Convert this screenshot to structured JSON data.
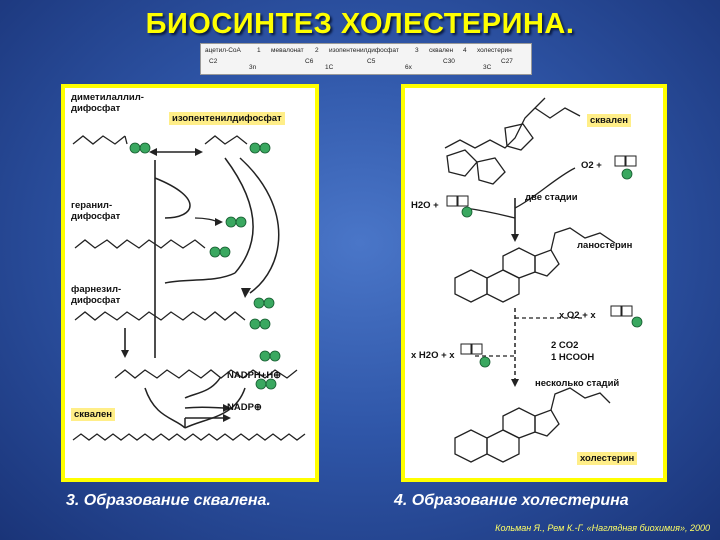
{
  "title": "БИОСИНТЕЗ ХОЛЕСТЕРИНА.",
  "scheme": {
    "steps": [
      "ацетил-CoA",
      "мевалонат",
      "изопентенилдифосфат",
      "сквален",
      "холестерин"
    ],
    "nums": [
      "1",
      "2",
      "3",
      "4"
    ],
    "carbons": [
      "C2",
      "C6",
      "C5",
      "C30",
      "C27"
    ],
    "below": [
      "3n",
      "1C",
      "6x",
      "3C"
    ]
  },
  "left_panel": {
    "dmapp": "диметилаллил-\nдифосфат",
    "ipp": "изопентенилдифосфат",
    "geranyl": "геранил-\nдифосфат",
    "farnesyl": "фарнезил-\nдифосфат",
    "nadph": "NADPH+H⊕",
    "nadp": "NADP⊕",
    "squalene": "сквален"
  },
  "right_panel": {
    "squalene": "сквален",
    "o2": "O2 +",
    "h2o": "H2O +",
    "two_steps": "две стадии",
    "lanosterol": "ланостерин",
    "x_o2": "x O2 + x",
    "x_h2o": "x H2O + x",
    "co2": "2 CO2",
    "hcooh": "1 HCOOH",
    "several": "несколько стадий",
    "cholesterol": "холестерин"
  },
  "captions": {
    "left": "3. Образование сквалена.",
    "right": "4. Образование холестерина"
  },
  "credit": "Кольман Я., Рем К.-Г. «Наглядная биохимия», 2000"
}
